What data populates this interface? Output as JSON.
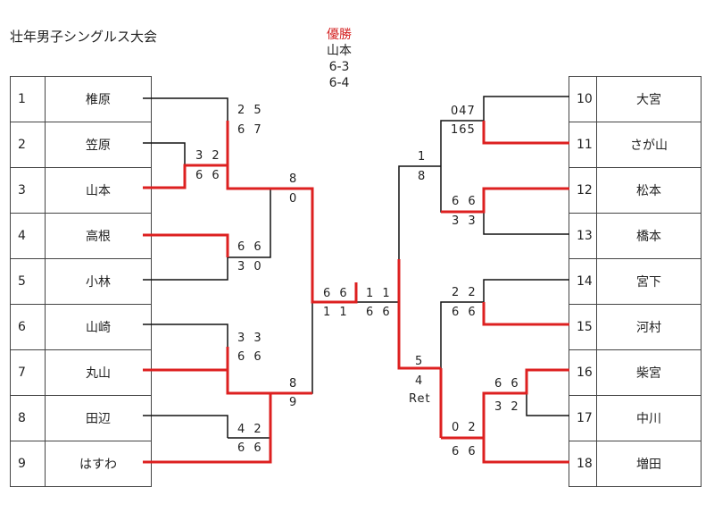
{
  "page": {
    "title": "壮年男子シングルス大会",
    "champion_label": "優勝",
    "champion_name": "山本",
    "final_score_1": "6-3",
    "final_score_2": "6-4"
  },
  "colors": {
    "winner_line": "#dd2020",
    "loser_line": "#111111",
    "champion_label": "#d42020"
  },
  "left_players": [
    {
      "num": "1",
      "name": "椎原"
    },
    {
      "num": "2",
      "name": "笠原"
    },
    {
      "num": "3",
      "name": "山本"
    },
    {
      "num": "4",
      "name": "高根"
    },
    {
      "num": "5",
      "name": "小林"
    },
    {
      "num": "6",
      "name": "山崎"
    },
    {
      "num": "7",
      "name": "丸山"
    },
    {
      "num": "8",
      "name": "田辺"
    },
    {
      "num": "9",
      "name": "はすわ"
    }
  ],
  "right_players": [
    {
      "num": "10",
      "name": "大宮"
    },
    {
      "num": "11",
      "name": "さが山"
    },
    {
      "num": "12",
      "name": "松本"
    },
    {
      "num": "13",
      "name": "橋本"
    },
    {
      "num": "14",
      "name": "宮下"
    },
    {
      "num": "15",
      "name": "河村"
    },
    {
      "num": "16",
      "name": "柴宮"
    },
    {
      "num": "17",
      "name": "中川"
    },
    {
      "num": "18",
      "name": "増田"
    }
  ],
  "scores": {
    "l_r1_top": "3 2",
    "l_r1_bot": "6 6",
    "l_r2a_top": "2 5",
    "l_r2a_bot": "6 7",
    "l_r2b_top": "6 6",
    "l_r2b_bot": "3 0",
    "l_r2c_top": "3 3",
    "l_r2c_bot": "6 6",
    "l_r2d_top": "4 2",
    "l_r2d_bot": "6 6",
    "l_sf1_top": "8",
    "l_sf1_bot": "0",
    "l_sf2_top": "8",
    "l_sf2_bot": "9",
    "l_f_top": "6 6",
    "l_f_bot": "1 1",
    "r_f_top": "1 1",
    "r_f_bot": "6 6",
    "r_r2a_top": "047",
    "r_r2a_bot": "165",
    "r_r2b_top": "6 6",
    "r_r2b_bot": "3 3",
    "r_r2c_top": "2 2",
    "r_r2c_bot": "6 6",
    "r_r1_top": "6 6",
    "r_r1_bot": "3 2",
    "r_r2d_top": "0 2",
    "r_r2d_bot": "6 6",
    "r_sf1_top": "1",
    "r_sf1_bot": "8",
    "r_sf2_top": "5",
    "r_sf2_bot": "4",
    "r_sf2_note": "Ret"
  }
}
